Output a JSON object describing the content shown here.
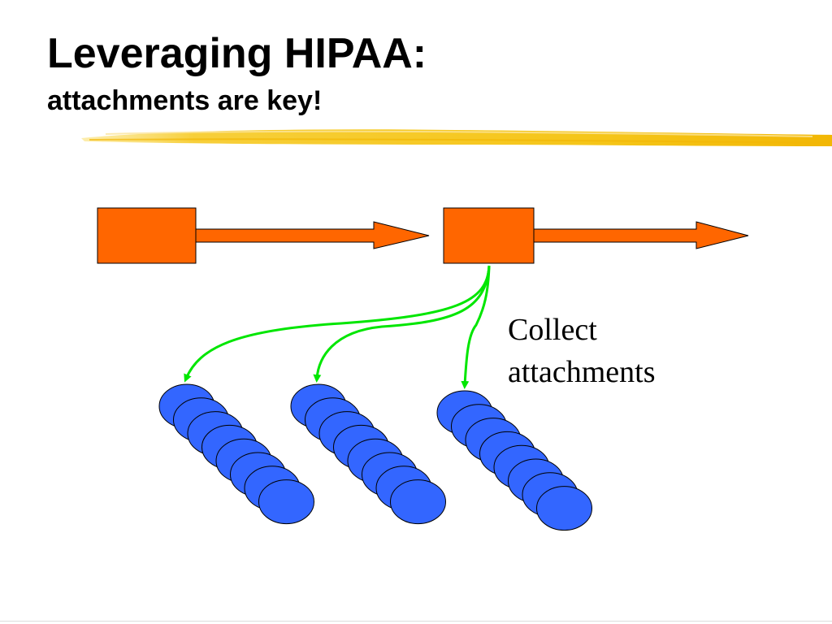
{
  "slide": {
    "title": "Leveraging HIPAA:",
    "subtitle": "attachments are key!",
    "label_line1": "Collect",
    "label_line2": "attachments"
  },
  "colors": {
    "box_fill": "#ff6600",
    "arrow_fill": "#ff6600",
    "connector": "#00e600",
    "attachment_fill": "#3366ff",
    "highlight": "#f5c518"
  },
  "diagram": {
    "process_boxes": 2,
    "attachment_stacks": 3,
    "attachments_per_stack": 8
  }
}
